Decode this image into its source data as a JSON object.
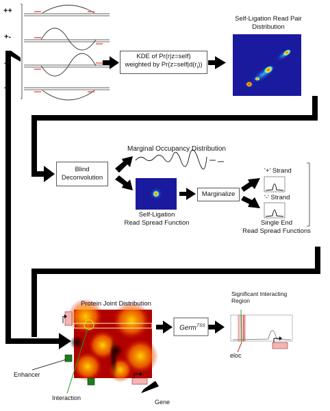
{
  "stage1": {
    "orientations": [
      "++",
      "+-",
      "-+",
      "--"
    ],
    "kde_line1": "KDE of Pr(r|z=self)",
    "kde_line2": "weighted by Pr(z=self|d(r",
    "kde_sub": "i",
    "kde_tail": "))",
    "heatmap_title_line1": "Self-Ligation Read Pair",
    "heatmap_title_line2": "Distribution"
  },
  "stage2": {
    "blind_line1": "Blind",
    "blind_line2": "Deconvolution",
    "marginal_title": "Marginal Occupancy Distribution",
    "spread_line1": "Self-Ligation",
    "spread_line2": "Read Spread Function",
    "marginalize": "Marginalize",
    "plus_strand": "'+' Strand",
    "minus_strand": "'-' Strand",
    "single_line1": "Single End",
    "single_line2": "Read Spread Functions"
  },
  "stage3": {
    "joint_title": "Protein Joint Distribution",
    "germ": "Germ",
    "germ_sup": "TSS",
    "sig_line1": "Significant Interacting",
    "sig_line2": "Region",
    "eloc": "eloc",
    "enhancer": "Enhancer",
    "interaction": "Interaction",
    "gene": "Gene"
  },
  "colors": {
    "arrow": "#000000",
    "pink": "#f4b4b4",
    "green": "#1f7a1f",
    "hm_blue": "#1a1a9e"
  }
}
